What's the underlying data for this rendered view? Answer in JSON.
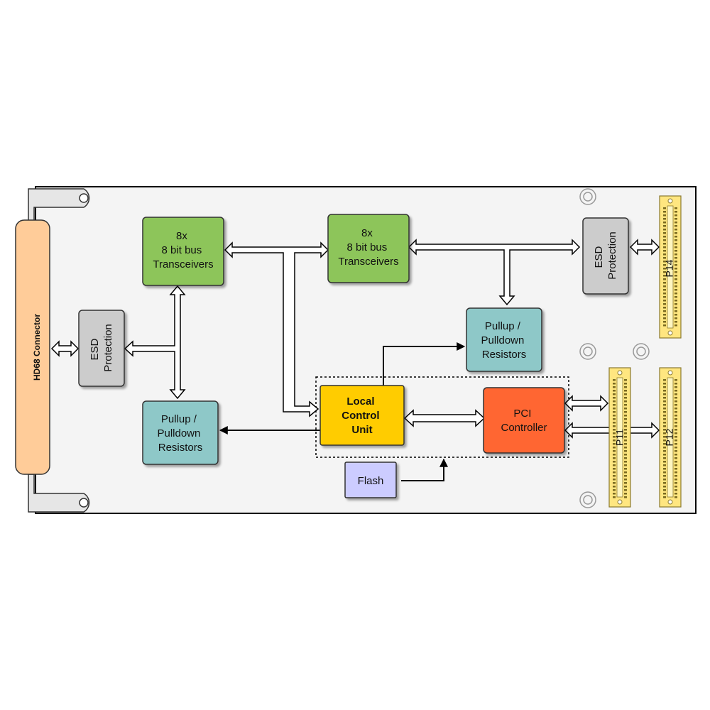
{
  "colors": {
    "board": "#f4f4f4",
    "connector": "#ffcc99",
    "transceiver": "#8dc55a",
    "esd": "#cccccc",
    "pullup": "#8ec8c8",
    "local_control": "#ffcc00",
    "pci": "#ff6633",
    "flash": "#ccccff",
    "port": "#ffe680"
  },
  "blocks": {
    "hd68": {
      "label": "HD68 Connector"
    },
    "esd_left": {
      "lines": [
        "ESD",
        "Protection"
      ]
    },
    "esd_right": {
      "lines": [
        "ESD",
        "Protection"
      ]
    },
    "transceivers_1": {
      "lines": [
        "8x",
        "8 bit bus",
        "Transceivers"
      ]
    },
    "transceivers_2": {
      "lines": [
        "8x",
        "8 bit bus",
        "Transceivers"
      ]
    },
    "pullup_left": {
      "lines": [
        "Pullup /",
        "Pulldown",
        "Resistors"
      ]
    },
    "pullup_right": {
      "lines": [
        "Pullup /",
        "Pulldown",
        "Resistors"
      ]
    },
    "local_control": {
      "lines": [
        "Local",
        "Control",
        "Unit"
      ]
    },
    "pci_controller": {
      "lines": [
        "PCI",
        "Controller"
      ]
    },
    "flash": {
      "label": "Flash"
    }
  },
  "ports": {
    "p14": "P14",
    "p11": "P11",
    "p12": "P12"
  }
}
